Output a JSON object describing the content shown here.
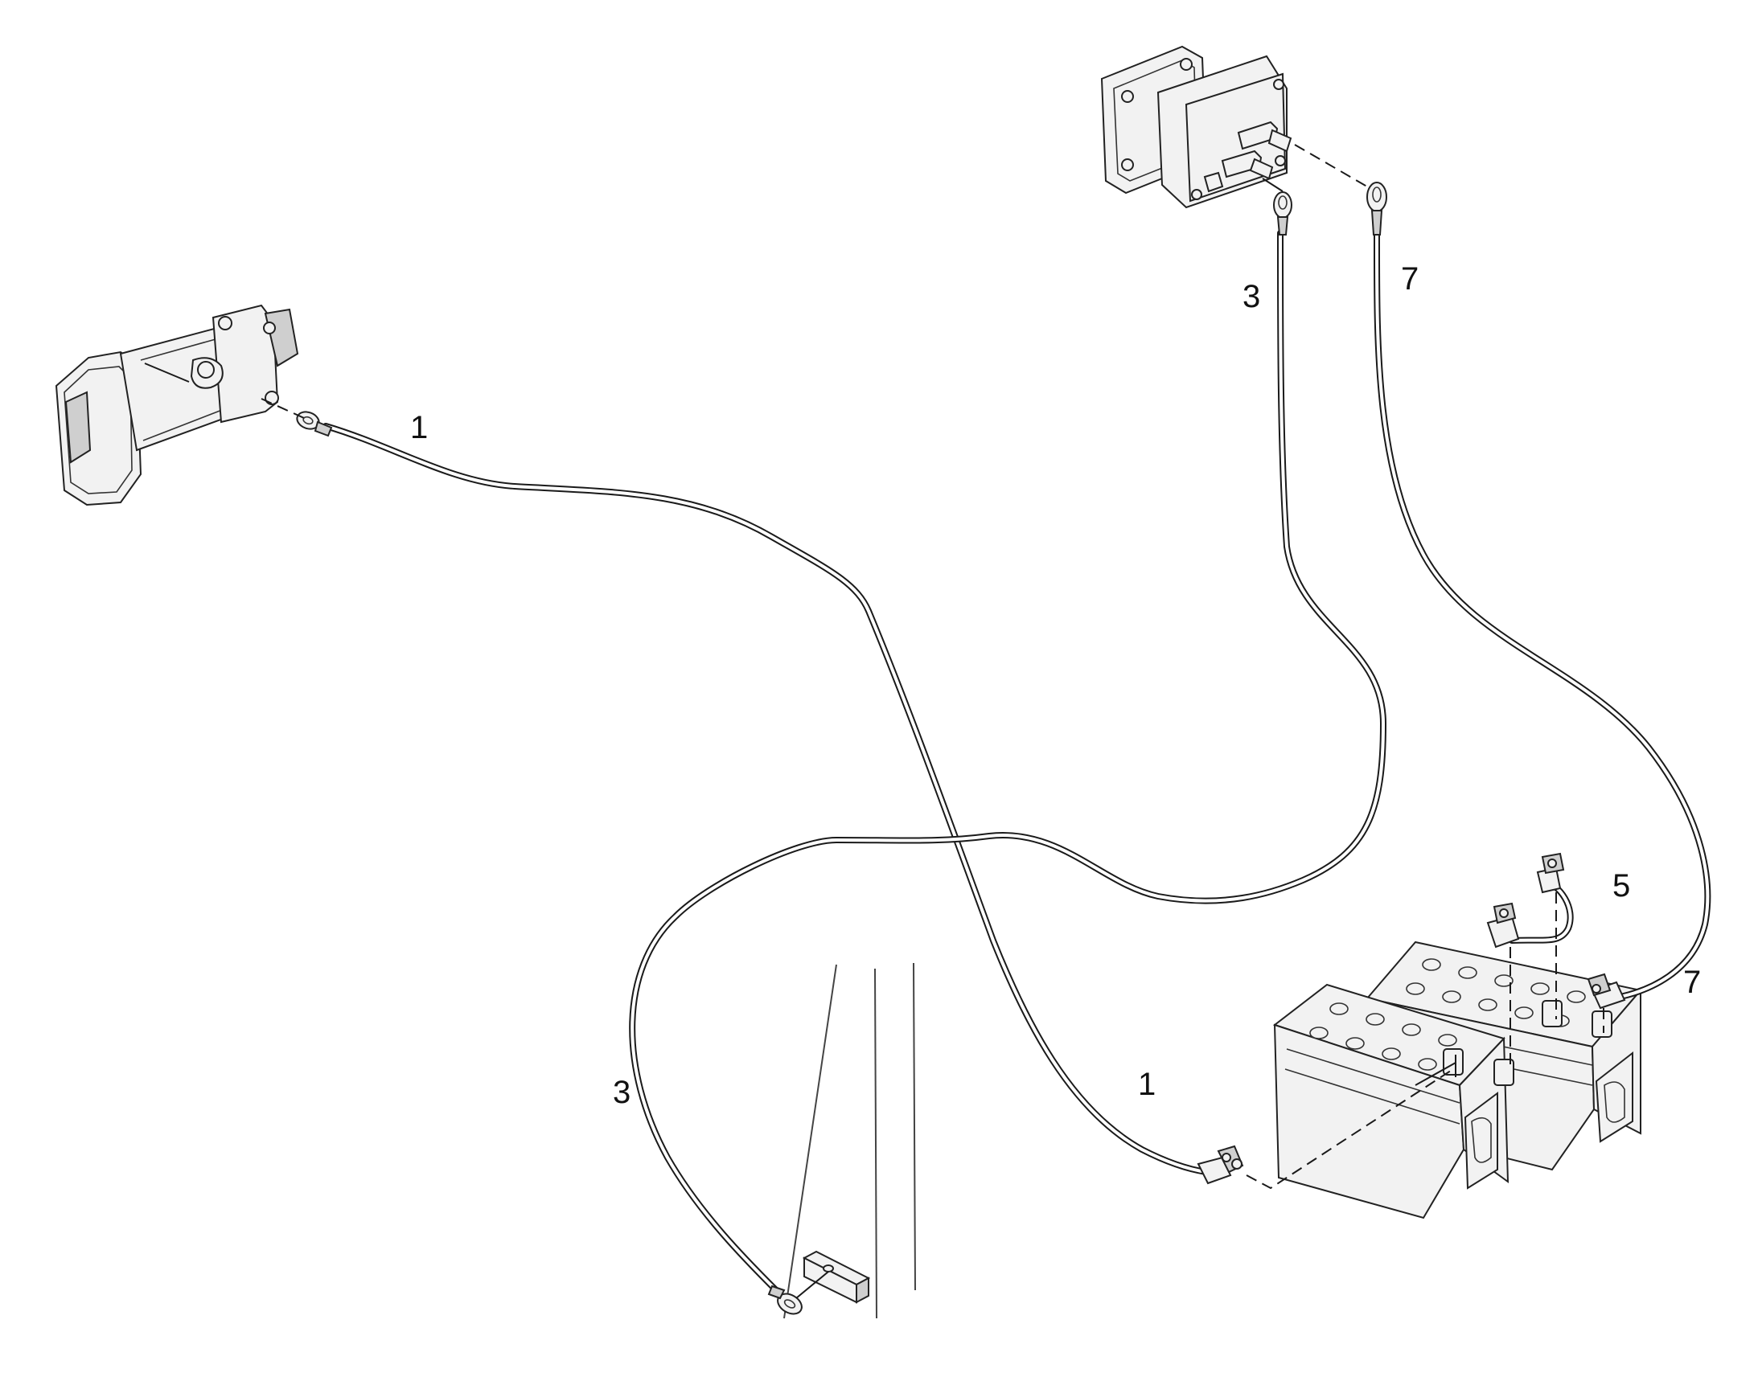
{
  "callouts": {
    "cable_1_top": "1",
    "cable_1_bottom": "1",
    "cable_3_top": "3",
    "cable_3_left": "3",
    "cable_5": "5",
    "cable_7_top": "7",
    "cable_7_bottom": "7"
  }
}
